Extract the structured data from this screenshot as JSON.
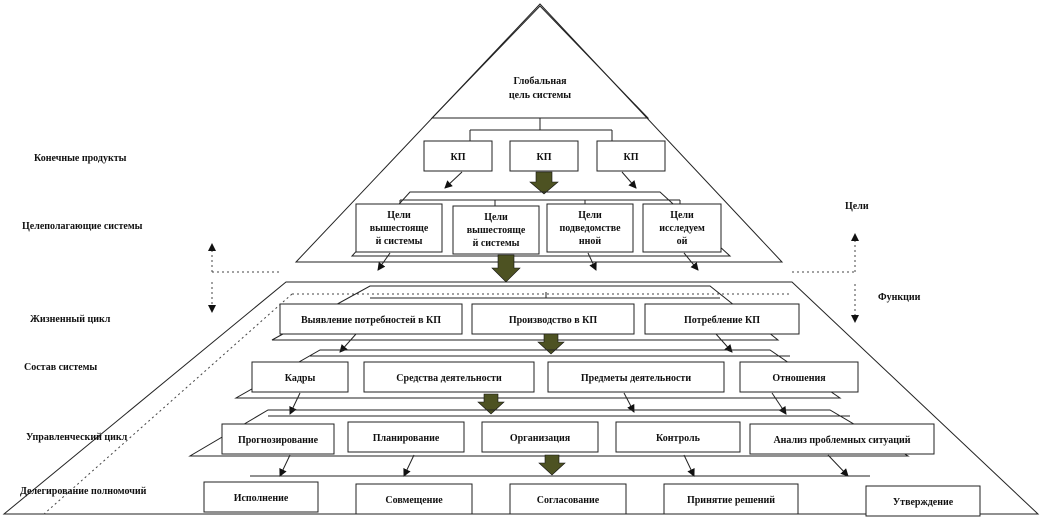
{
  "top": {
    "title_line1": "Глобальная",
    "title_line2": "цель системы"
  },
  "levels": {
    "final_products": "Конечные продукты",
    "goal_setting": "Целеполагающие системы",
    "life_cycle": "Жизненный цикл",
    "composition": "Состав системы",
    "management_cycle": "Управленческий цикл",
    "delegation": "Делегирование полномочий"
  },
  "right": {
    "goals": "Цели",
    "functions": "Функции"
  },
  "kp": [
    "КП",
    "КП",
    "КП"
  ],
  "goals": [
    {
      "l1": "Цели",
      "l2": "вышестояще",
      "l3": "й системы"
    },
    {
      "l1": "Цели",
      "l2": "вышестояще",
      "l3": "й системы"
    },
    {
      "l1": "Цели",
      "l2": "подведомстве",
      "l3": "нной"
    },
    {
      "l1": "Цели",
      "l2": "исследуем",
      "l3": "ой"
    }
  ],
  "life": [
    "Выявление потребностей в КП",
    "Производство в КП",
    "Потребление КП"
  ],
  "composition": [
    "Кадры",
    "Средства деятельности",
    "Предметы деятельности",
    "Отношения"
  ],
  "management": [
    "Прогнозирование",
    "Планирование",
    "Организация",
    "Контроль",
    "Анализ проблемных ситуаций"
  ],
  "delegation": [
    "Исполнение",
    "Совмещение",
    "Согласование",
    "Принятие решений",
    "Утверждение"
  ]
}
